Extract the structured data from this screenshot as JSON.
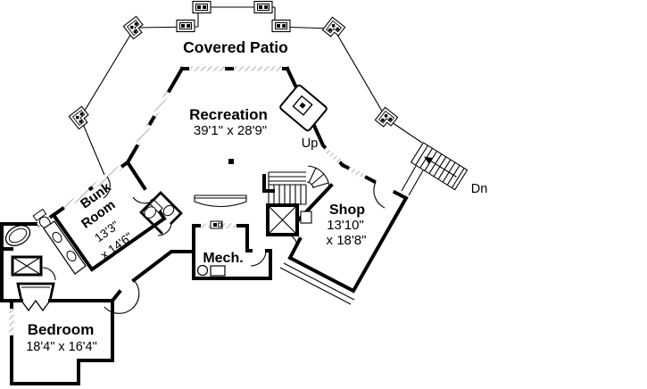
{
  "plan": {
    "background": "#ffffff",
    "wall_color": "#000000",
    "window_hatch_color": "#9b9b9b",
    "patio": {
      "label": "Covered Patio"
    },
    "rooms": [
      {
        "id": "recreation",
        "name": "Recreation",
        "dims": "39'1\" x 28'9\""
      },
      {
        "id": "bunk-room",
        "name_line1": "Bunk",
        "name_line2": "Room",
        "dims_line1": "13'3\"",
        "dims_line2": "x 14'6\""
      },
      {
        "id": "shop",
        "name": "Shop",
        "dims_line1": "13'10\"",
        "dims_line2": "x 18'8\""
      },
      {
        "id": "mech",
        "name": "Mech."
      },
      {
        "id": "bedroom",
        "name": "Bedroom",
        "dims": "18'4\" x 16'4\""
      }
    ],
    "stairs": {
      "up_label": "Up",
      "down_label": "Dn"
    }
  }
}
